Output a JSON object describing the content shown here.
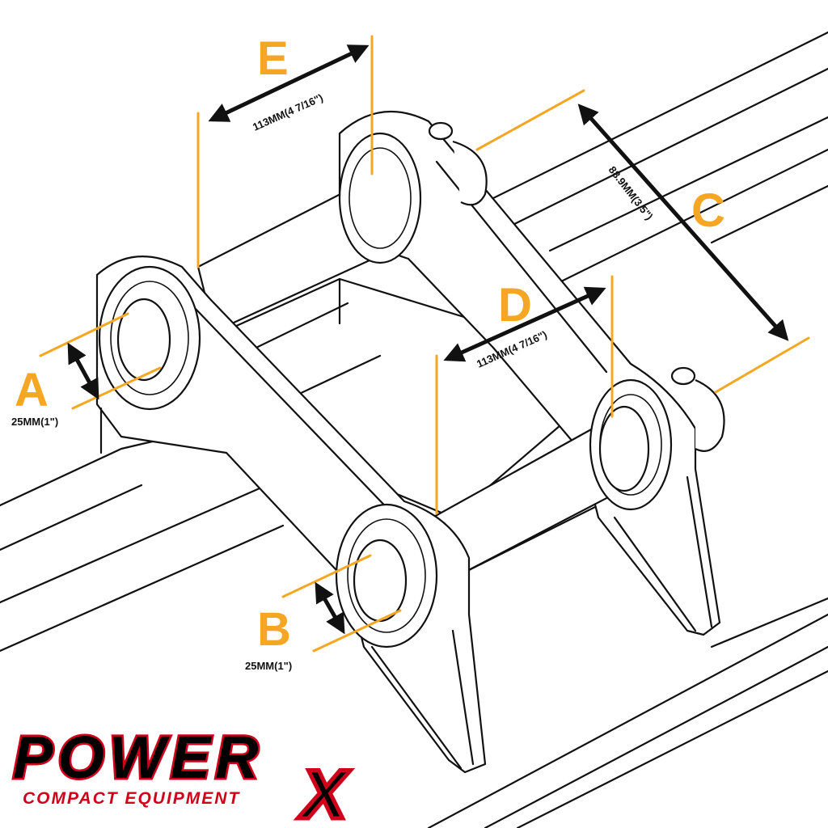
{
  "dimensions": {
    "A": {
      "letter": "A",
      "value": "25MM(1\")"
    },
    "B": {
      "letter": "B",
      "value": "25MM(1\")"
    },
    "C": {
      "letter": "C",
      "value": "88.9MM(3.5\")"
    },
    "D": {
      "letter": "D",
      "value": "113MM(4 7/16\")"
    },
    "E": {
      "letter": "E",
      "value": "113MM(4 7/16\")"
    }
  },
  "logo": {
    "brand": "POWER",
    "brand_x": "X",
    "tagline": "COMPACT EQUIPMENT"
  },
  "colors": {
    "accent": "#f5a623",
    "logo_red": "#d0021b",
    "logo_black": "#000000",
    "ink": "#111111"
  }
}
